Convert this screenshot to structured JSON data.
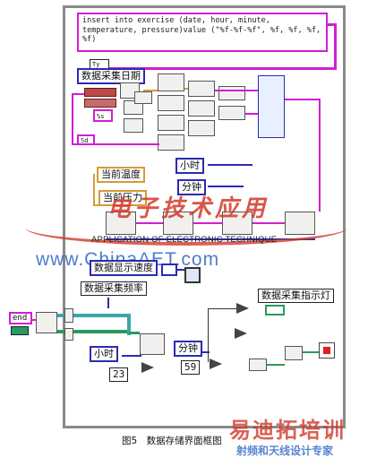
{
  "sql_text": "insert into exercise (date, hour, minute, temperature, pressure)value (\"%f-%f-%f\", %f, %f, %f, %f)",
  "labels": {
    "date": "数据采集日期",
    "temp": "当前温度",
    "pressure": "当前压力",
    "hour_top": "小时",
    "minute_top": "分钟",
    "display_speed": "数据显示速度",
    "freq": "数据采集频率",
    "indicator": "数据采集指示灯",
    "end": "end",
    "hour_bottom": "小时",
    "minute_bottom": "分钟"
  },
  "small_nodes": {
    "ty": "Ty",
    "m": "%s",
    "d": "Sd"
  },
  "constants": {
    "c23": "23",
    "c59": "59"
  },
  "watermark": {
    "cn": "电子技术应用",
    "en": "APPLICATION OF ELECTRONIC TECHNIQUE",
    "url": "www.ChinaAET.com"
  },
  "caption": "图5　数据存储界面框图",
  "brand": {
    "name": "易迪拓培训",
    "slogan": "射频和天线设计专家"
  },
  "colors": {
    "wire_pink": "#d21ed2",
    "wire_orange": "#d79a3a",
    "wire_blue": "#2b2bb0",
    "wire_green": "#2a9a5a",
    "watermark_red": "#d23a2a",
    "url_blue": "#2f66c6"
  }
}
